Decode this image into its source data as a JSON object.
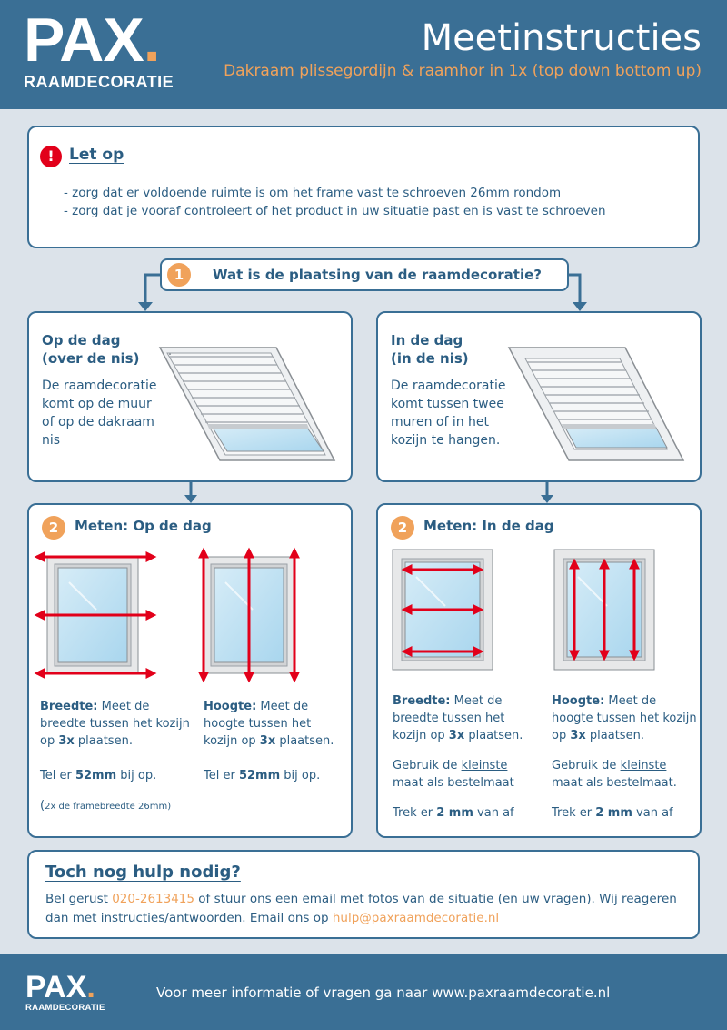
{
  "brand": {
    "name": "PAX",
    "dot": ".",
    "sub": "RAAMDECORATIE"
  },
  "header": {
    "title": "Meetinstructies",
    "subtitle": "Dakraam plissegordijn & raamhor in 1x (top down bottom up)"
  },
  "warning": {
    "icon": "!",
    "title": "Let op",
    "items": [
      "zorg dat er voldoende ruimte is om het frame vast te schroeven 26mm rondom",
      "zorg dat je vooraf controleert of het product in uw situatie past en is vast te schroeven"
    ]
  },
  "step1": {
    "number": "1",
    "question": "Wat is de plaatsing van de raamdecoratie?"
  },
  "placement": {
    "left": {
      "title1": "Op de dag",
      "title2": "(over de nis)",
      "desc": "De raamdecoratie komt op de muur of op de dakraam nis"
    },
    "right": {
      "title1": "In de dag",
      "title2": "(in de nis)",
      "desc": "De raamdecoratie komt tussen twee muren of in het kozijn te hangen."
    }
  },
  "measure": {
    "left": {
      "number": "2",
      "title": "Meten: Op de dag",
      "breedte_label": "Breedte:",
      "breedte_text": " Meet de breedte tussen het kozijn op ",
      "breedte_times": "3x",
      "breedte_end": " plaatsen.",
      "breedte_add_pre": "Tel er ",
      "breedte_add_val": "52mm",
      "breedte_add_post": " bij op.",
      "note_open": "(",
      "note": "2x de framebreedte 26mm)",
      "hoogte_label": "Hoogte:",
      "hoogte_text": " Meet de hoogte tussen het kozijn op ",
      "hoogte_times": "3x",
      "hoogte_end": " plaatsen.",
      "hoogte_add_pre": "Tel er ",
      "hoogte_add_val": "52mm",
      "hoogte_add_post": " bij op."
    },
    "right": {
      "number": "2",
      "title": "Meten: In de dag",
      "breedte_label": "Breedte:",
      "breedte_text": " Meet de breedte tussen het kozijn op ",
      "breedte_times": "3x",
      "breedte_end": " plaatsen.",
      "use_pre": "Gebruik de ",
      "use_word": "kleinste",
      "use_post": " maat als bestelmaat",
      "use_post_h": " maat als bestelmaat.",
      "sub_pre": "Trek er ",
      "sub_val": "2 mm",
      "sub_post": " van af",
      "hoogte_label": "Hoogte:",
      "hoogte_text": " Meet de hoogte tussen het kozijn op ",
      "hoogte_times": "3x",
      "hoogte_end": " plaatsen."
    }
  },
  "help": {
    "title": "Toch nog hulp nodig?",
    "pre": "Bel gerust ",
    "phone": "020-2613415",
    "mid": " of stuur ons een email met fotos van de situatie (en uw vragen). Wij reageren dan met instructies/antwoorden. Email ons op ",
    "email": "hulp@paxraamdecoratie.nl"
  },
  "footer": {
    "text": "Voor meer informatie of vragen ga naar www.paxraamdecoratie.nl"
  },
  "colors": {
    "primary": "#3a6f95",
    "accent": "#f0a25b",
    "arrow": "#e2001a",
    "background": "#dce3ea"
  }
}
